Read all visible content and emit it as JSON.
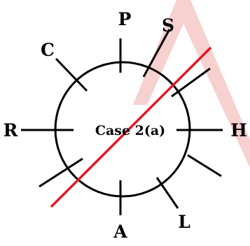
{
  "diagram": {
    "center_label": "Case 2(a)",
    "seat_labels": {
      "top": "P",
      "top_right": "S",
      "top_left": "C",
      "left": "R",
      "right": "H",
      "bottom_right": "L",
      "bottom": "A"
    },
    "colors": {
      "outline": "#000000",
      "cut_line": "#e01b24",
      "watermark": "#f6c8c8"
    }
  }
}
